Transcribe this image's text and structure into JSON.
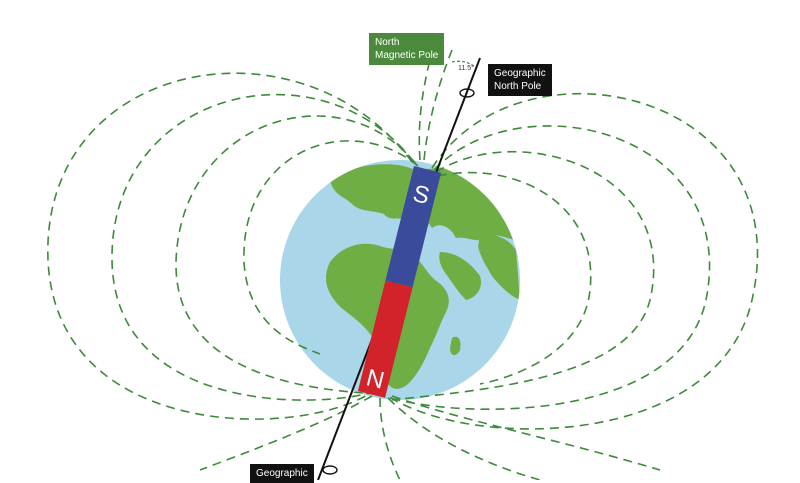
{
  "labels": {
    "north_magnetic_pole": [
      "North",
      "Magnetic Pole"
    ],
    "geographic_north_pole": [
      "Geographic",
      "North Pole"
    ],
    "geographic_south_pole": [
      "Geographic"
    ],
    "tilt_angle": "11.5°"
  },
  "magnet": {
    "top_pole": "S",
    "bottom_pole": "N",
    "top_color": "#3b4b9c",
    "bottom_color": "#d2232a"
  },
  "colors": {
    "field_lines": "#3e8a3a",
    "ocean": "#a9d6e8",
    "land": "#6fae45",
    "axis": "#111111",
    "magnetic_label_bg": "#4b8a3c",
    "geographic_label_bg": "#111111"
  }
}
